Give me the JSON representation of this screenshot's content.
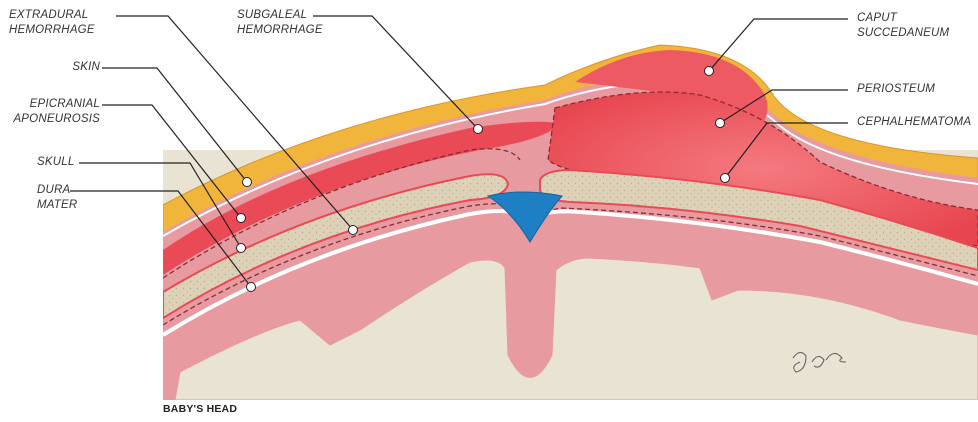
{
  "labels": {
    "extradural_line1": "EXTRADURAL",
    "extradural_line2": "HEMORRHAGE",
    "skin": "SKIN",
    "epicranial_line1": "EPICRANIAL",
    "epicranial_line2": "APONEUROSIS",
    "skull": "SKULL",
    "dura_line1": "DURA",
    "dura_line2": "MATER",
    "subgaleal_line1": "SUBGALEAL",
    "subgaleal_line2": "HEMORRHAGE",
    "caput_line1": "CAPUT",
    "caput_line2": "SUCCEDANEUM",
    "periosteum": "PERIOSTEUM",
    "cephalhematoma": "CEPHALHEMATOMA"
  },
  "caption": "BABY'S HEAD",
  "colors": {
    "scalp_skin": "#f2b53c",
    "hemorrhage": "#e94a55",
    "pink_tissue": "#e79aa0",
    "skull_bone": "#ddd2b8",
    "brain": "#e9e3d4",
    "sinus": "#1f7fc5",
    "line": "#222222"
  }
}
